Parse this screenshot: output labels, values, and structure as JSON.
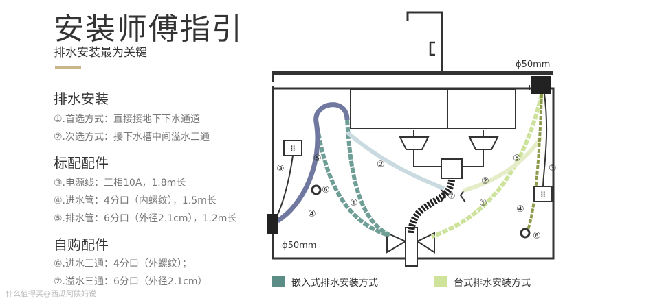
{
  "header": {
    "title": "安装师傅指引",
    "subtitle": "排水安装最为关键"
  },
  "sections": {
    "drainage": {
      "heading": "排水安装",
      "items": [
        "①.首选方式：直接接地下下水通道",
        "②.次选方式：接下水槽中间溢水三通"
      ]
    },
    "standard": {
      "heading": "标配配件",
      "items": [
        "③.电源线：三相10A，1.8m长",
        "④.进水管：4分口（内螺纹），1.5m长",
        "⑤.排水管：6分口（外径2.1cm），1.2m长"
      ]
    },
    "purchase": {
      "heading": "自购配件",
      "items": [
        "⑥.进水三通：4分口（外螺纹）；",
        "⑦.溢水三通：6分口（外径2.1cm）"
      ]
    }
  },
  "diagram": {
    "pipe_label_top": "ϕ50mm",
    "pipe_label_left": "ϕ50mm",
    "markers": [
      "①",
      "②",
      "③",
      "④",
      "⑤",
      "⑥",
      "⑦"
    ]
  },
  "legend": {
    "embedded": {
      "label": "嵌入式排水安装方式",
      "color": "#5b8c85"
    },
    "countertop": {
      "label": "台式排水安装方式",
      "color": "#cfe29a"
    }
  },
  "colors": {
    "teal_pipe": "#6f9e97",
    "green_pipe": "#cde39b",
    "navy_pipe": "#7078a0",
    "light_blue_pipe": "#c9dbe0",
    "olive_pipe": "#8f9a4c",
    "cabinet": "#333333"
  },
  "watermark": "什么值得买@西瓜阿姨妈说"
}
